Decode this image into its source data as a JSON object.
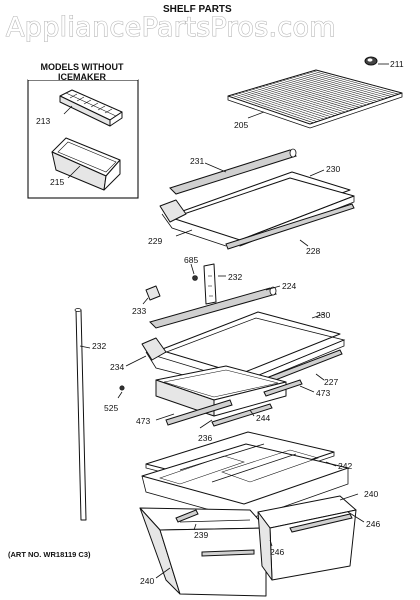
{
  "watermark": "AppliancePartsPros.com",
  "title": "SHELF PARTS",
  "inset": {
    "heading_line1": "MODELS WITHOUT",
    "heading_line2": "ICEMAKER"
  },
  "art_number": "(ART NO. WR18119 C3)",
  "callouts": [
    {
      "id": "c-211",
      "text": "211"
    },
    {
      "id": "c-205",
      "text": "205"
    },
    {
      "id": "c-213",
      "text": "213"
    },
    {
      "id": "c-215",
      "text": "215"
    },
    {
      "id": "c-231",
      "text": "231"
    },
    {
      "id": "c-230a",
      "text": "230"
    },
    {
      "id": "c-229",
      "text": "229"
    },
    {
      "id": "c-228",
      "text": "228"
    },
    {
      "id": "c-685",
      "text": "685"
    },
    {
      "id": "c-232a",
      "text": "232"
    },
    {
      "id": "c-224",
      "text": "224"
    },
    {
      "id": "c-233",
      "text": "233"
    },
    {
      "id": "c-230b",
      "text": "230"
    },
    {
      "id": "c-232b",
      "text": "232"
    },
    {
      "id": "c-234",
      "text": "234"
    },
    {
      "id": "c-227",
      "text": "227"
    },
    {
      "id": "c-473a",
      "text": "473"
    },
    {
      "id": "c-525",
      "text": "525"
    },
    {
      "id": "c-244",
      "text": "244"
    },
    {
      "id": "c-473b",
      "text": "473"
    },
    {
      "id": "c-236",
      "text": "236"
    },
    {
      "id": "c-242",
      "text": "242"
    },
    {
      "id": "c-240a",
      "text": "240"
    },
    {
      "id": "c-246a",
      "text": "246"
    },
    {
      "id": "c-239",
      "text": "239"
    },
    {
      "id": "c-246b",
      "text": "246"
    },
    {
      "id": "c-240b",
      "text": "240"
    }
  ]
}
